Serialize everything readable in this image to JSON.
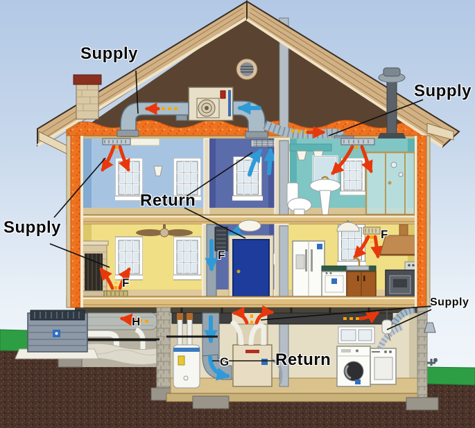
{
  "diagram_title": "House heating-cooling duct system cutaway",
  "labels": {
    "supply_top_left": "Supply",
    "supply_top_right": "Supply",
    "supply_mid_left": "Supply",
    "return_upper": "Return",
    "return_basement": "Return",
    "supply_basement_right": "Supply",
    "marker_f_living": "F",
    "marker_f_hallway": "F",
    "marker_f_kitchen": "F",
    "marker_g": "G",
    "marker_h": "H"
  },
  "colors": {
    "supply-red": "#e8380b",
    "dash-orange": "#ffa400",
    "return-blue": "#2f9ad8",
    "insulation-orange": "#ee7220",
    "grass-green": "#2e9e44",
    "soil-brown": "#4a332a",
    "sky-blue": "#b2c8e5",
    "bedroom-wall-blue": "#a6c4e2",
    "hallway-wall-blue": "#5b6cab",
    "bathroom-wall-teal": "#7fc6c4",
    "kitchen-wall-yellow": "#f0df85",
    "door-blue": "#1d3c9c",
    "floor-wood-tan": "#dfbe7e",
    "basement-wall-beige": "#e5ddc4"
  }
}
